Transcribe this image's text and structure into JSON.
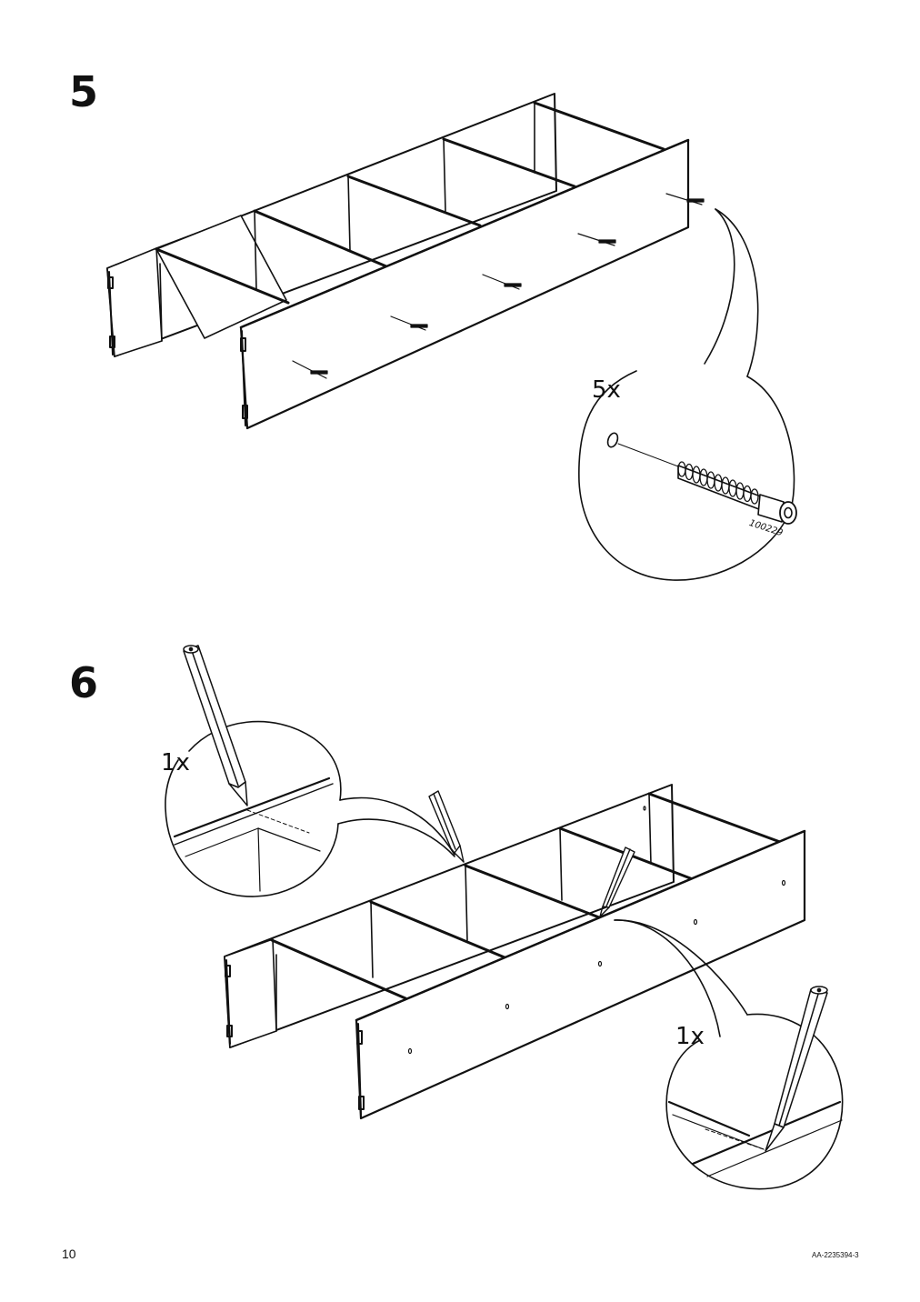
{
  "page": {
    "number": "10",
    "document_id": "AA-2235394-3"
  },
  "step5": {
    "number": "5",
    "quantity": "5x",
    "part_number": "100229",
    "icons": [
      "shelf-frame-illustration",
      "screw-icon",
      "magnifier-callout"
    ]
  },
  "step6": {
    "number": "6",
    "callouts": [
      {
        "quantity": "1x"
      },
      {
        "quantity": "1x"
      }
    ],
    "icons": [
      "shelf-frame-illustration",
      "pencil-icon",
      "magnifier-callout"
    ]
  }
}
